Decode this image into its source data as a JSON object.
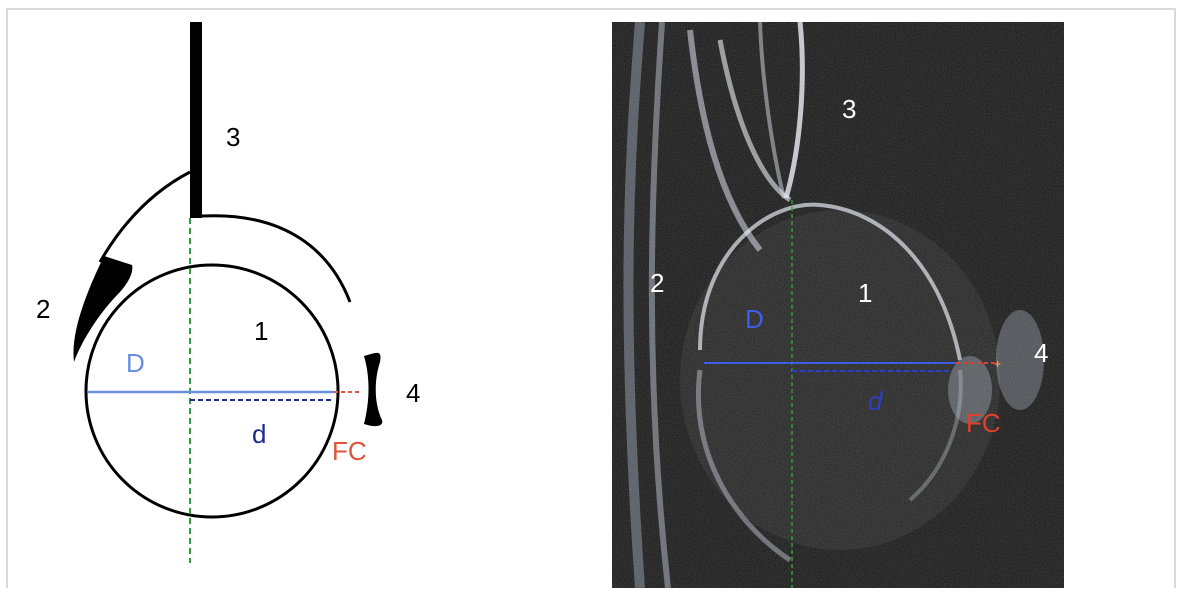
{
  "schematic": {
    "labels": {
      "one": "1",
      "two": "2",
      "three": "3",
      "four": "4",
      "D": "D",
      "d": "d",
      "FC": "FC"
    },
    "colors": {
      "D_line": "#6a8ee0",
      "d_line": "#1c2b8c",
      "FC_line": "#e0533a",
      "midline": "#2e9e3a",
      "outline": "#000000"
    }
  },
  "ultrasound": {
    "labels": {
      "one": "1",
      "two": "2",
      "three": "3",
      "four": "4",
      "D": "D",
      "d": "d",
      "FC": "FC"
    },
    "colors": {
      "background": "#121212",
      "D_line": "#3d5ee8",
      "d_line": "#2b3fc4",
      "FC_line": "#e0412a",
      "midline": "#25a52f",
      "label_white": "#ffffff"
    }
  }
}
